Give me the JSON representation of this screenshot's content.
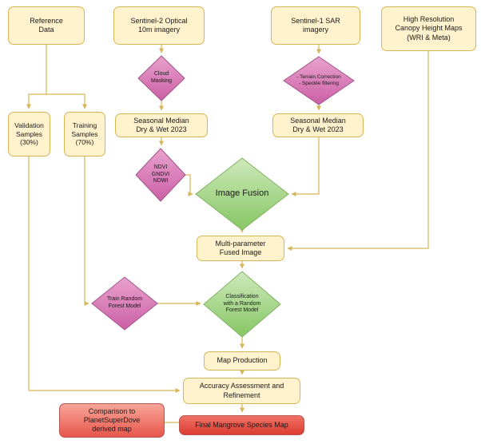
{
  "diagram": {
    "nodes": {
      "reference_data": {
        "label": "Reference\nData"
      },
      "sentinel2": {
        "label": "Sentinel-2 Optical\n10m imagery"
      },
      "sentinel1": {
        "label": "Sentinel-1 SAR\nimagery"
      },
      "canopy": {
        "label": "High Resolution\nCanopy Height Maps\n(WRI & Meta)"
      },
      "cloud_masking": {
        "label": "Cloud\nMasking"
      },
      "terrain": {
        "label": "- Terrain Correction\n- Speckle filtering"
      },
      "validation": {
        "label": "Validation\nSamples\n(30%)"
      },
      "training": {
        "label": "Training\nSamples\n(70%)"
      },
      "seasonal_left": {
        "label": "Seasonal Median\nDry & Wet 2023"
      },
      "seasonal_right": {
        "label": "Seasonal Median\nDry & Wet 2023"
      },
      "ndvi": {
        "label": "NDVI\nGNDVI\nNDWI"
      },
      "image_fusion": {
        "label": "Image Fusion"
      },
      "fused_image": {
        "label": "Multi-parameter\nFused Image"
      },
      "train_rf": {
        "label": "Train Random\nForest Model"
      },
      "classification": {
        "label": "Classification\nwith a Random\nForest Model"
      },
      "map_production": {
        "label": "Map Production"
      },
      "accuracy": {
        "label": "Accuracy Assessment and\nRefinement"
      },
      "comparison": {
        "label": "Comparison to\nPlanetSuperDove\nderived map"
      },
      "final_map": {
        "label": "Final Mangrove Species Map"
      }
    },
    "colors": {
      "process_fill": "#FFF2CC",
      "process_stroke": "#D6B656",
      "decision_pink_top": "#E9A2CC",
      "decision_pink_bottom": "#CB5FA6",
      "decision_pink_stroke": "#A1568C",
      "decision_green_top": "#CDE9BB",
      "decision_green_bottom": "#86C663",
      "decision_green_stroke": "#82B366",
      "output_fill_top": "#F7A598",
      "output_fill_bottom": "#DC3C31",
      "output_stroke": "#B85450",
      "connector": "#D6B656",
      "text": "#1A1A1A"
    }
  }
}
